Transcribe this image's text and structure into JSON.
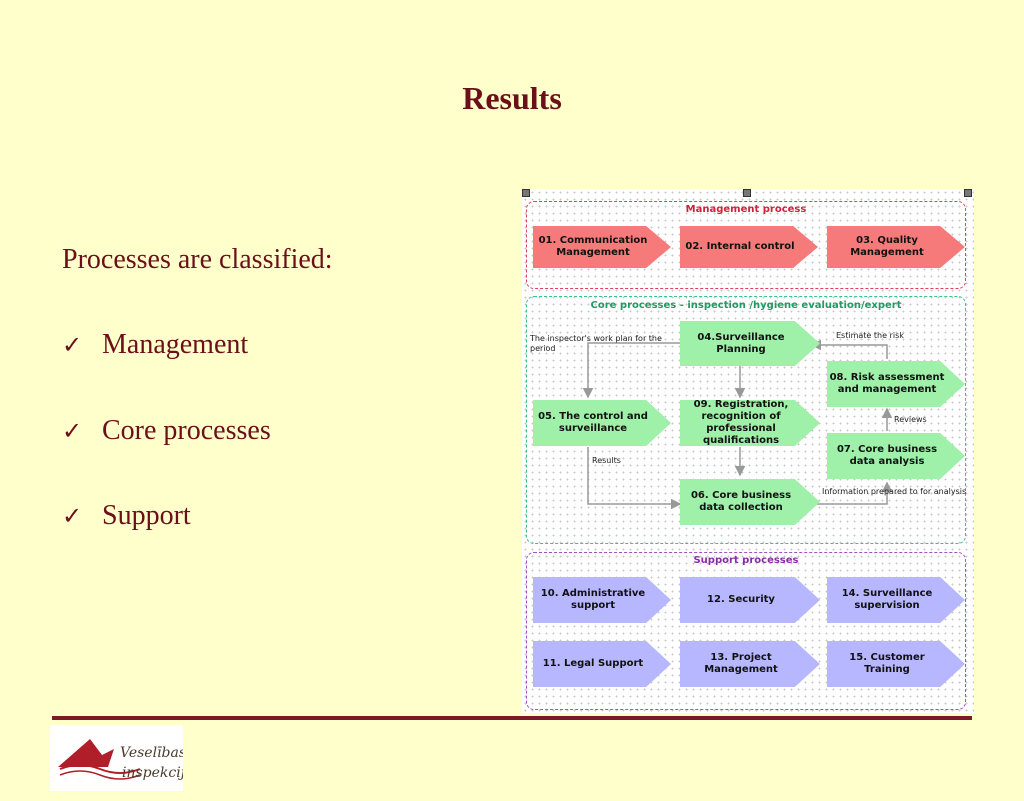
{
  "title": "Results",
  "intro": "Processes are classified:",
  "bullets": [
    "Management",
    "Core processes",
    "Support"
  ],
  "check_glyph": "✓",
  "diagram": {
    "groups": {
      "management": "Management process",
      "core": "Core processes  -  inspection /hygiene evaluation/expert",
      "support": "Support processes"
    },
    "boxes": {
      "b01": "01. Communication Management",
      "b02": "02. Internal control",
      "b03": "03. Quality Management",
      "b04": "04.Surveillance Planning",
      "b05": "05. The control and surveillance",
      "b06": "06. Core business data collection",
      "b07": "07. Core business data analysis",
      "b08": "08. Risk assessment and management",
      "b09": "09. Registration, recognition of professional qualifications",
      "b10": "10. Administrative support",
      "b11": "11. Legal Support",
      "b12": "12. Security",
      "b13": "13. Project Management",
      "b14": "14. Surveillance supervision",
      "b15": "15. Customer Training"
    },
    "notes": {
      "workplan": "The inspector's work plan for the period",
      "estimate": "Estimate the risk",
      "reviews": "Reviews",
      "results": "Results",
      "info": "Information prepared to for analysis"
    },
    "colors": {
      "management": "#f77a7a",
      "core": "#9ff0a8",
      "support": "#b7b7ff",
      "management_border": "#e0405a",
      "core_border": "#3cc08a",
      "support_border": "#a050c0"
    }
  },
  "logo_text": [
    "Veselības",
    "inspekcija"
  ]
}
